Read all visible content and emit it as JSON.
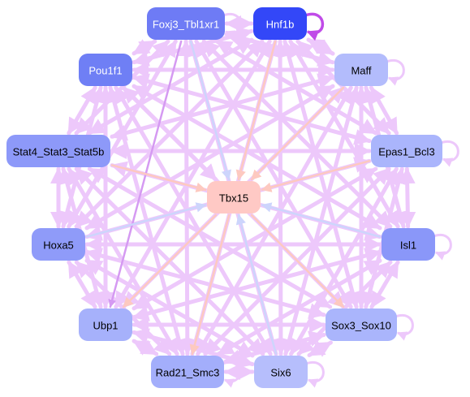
{
  "nodes": [
    {
      "id": "foxj3",
      "label": "Foxj3_Tbl1xr1",
      "fill": "#6e7bf5",
      "text": "#ffffff",
      "self_loop": true
    },
    {
      "id": "hnf1b",
      "label": "Hnf1b",
      "fill": "#3347f8",
      "text": "#ffffff",
      "self_loop": true
    },
    {
      "id": "pou1f1",
      "label": "Pou1f1",
      "fill": "#6f7ff5",
      "text": "#ffffff",
      "self_loop": false
    },
    {
      "id": "maff",
      "label": "Maff",
      "fill": "#b3bcfc",
      "text": "#000000",
      "self_loop": true
    },
    {
      "id": "stat4",
      "label": "Stat4_Stat3_Stat5b",
      "fill": "#8d99f9",
      "text": "#000000",
      "self_loop": false
    },
    {
      "id": "epas1",
      "label": "Epas1_Bcl3",
      "fill": "#aab5fc",
      "text": "#000000",
      "self_loop": true
    },
    {
      "id": "tbx15",
      "label": "Tbx15",
      "fill": "#ffc9c5",
      "text": "#000000",
      "self_loop": false
    },
    {
      "id": "hoxa5",
      "label": "Hoxa5",
      "fill": "#8f9bf9",
      "text": "#000000",
      "self_loop": false
    },
    {
      "id": "isl1",
      "label": "Isl1",
      "fill": "#8a97f9",
      "text": "#000000",
      "self_loop": true
    },
    {
      "id": "ubp1",
      "label": "Ubp1",
      "fill": "#a6b1fb",
      "text": "#000000",
      "self_loop": false
    },
    {
      "id": "sox3",
      "label": "Sox3_Sox10",
      "fill": "#aab5fc",
      "text": "#000000",
      "self_loop": true
    },
    {
      "id": "rad21",
      "label": "Rad21_Smc3",
      "fill": "#a3aefb",
      "text": "#000000",
      "self_loop": true
    },
    {
      "id": "six6",
      "label": "Six6",
      "fill": "#b6befc",
      "text": "#000000",
      "self_loop": true
    }
  ],
  "colors": {
    "edge_default": "#edc8fb",
    "edge_dark": "#d59af2",
    "edge_blue": "#cdd5fc",
    "edge_salmon": "#fdc9c0",
    "self_loop_hnf1b": "#c04be8"
  },
  "edges": [
    {
      "from": "hnf1b",
      "to": "tbx15",
      "kind": "salmon"
    },
    {
      "from": "foxj3",
      "to": "tbx15",
      "kind": "blue"
    },
    {
      "from": "maff",
      "to": "tbx15",
      "kind": "salmon"
    },
    {
      "from": "epas1",
      "to": "tbx15",
      "kind": "salmon"
    },
    {
      "from": "stat4",
      "to": "tbx15",
      "kind": "salmon"
    },
    {
      "from": "isl1",
      "to": "tbx15",
      "kind": "blue"
    },
    {
      "from": "hoxa5",
      "to": "tbx15",
      "kind": "blue"
    },
    {
      "from": "six6",
      "to": "tbx15",
      "kind": "blue"
    },
    {
      "from": "tbx15",
      "to": "sox3",
      "kind": "salmon"
    },
    {
      "from": "tbx15",
      "to": "rad21",
      "kind": "salmon"
    },
    {
      "from": "tbx15",
      "to": "ubp1",
      "kind": "salmon"
    },
    {
      "from": "pou1f1",
      "to": "tbx15",
      "kind": "default"
    },
    {
      "from": "foxj3",
      "to": "hnf1b",
      "kind": "default"
    },
    {
      "from": "foxj3",
      "to": "pou1f1",
      "kind": "default"
    },
    {
      "from": "foxj3",
      "to": "maff",
      "kind": "default"
    },
    {
      "from": "foxj3",
      "to": "stat4",
      "kind": "default"
    },
    {
      "from": "foxj3",
      "to": "epas1",
      "kind": "default"
    },
    {
      "from": "foxj3",
      "to": "hoxa5",
      "kind": "default"
    },
    {
      "from": "foxj3",
      "to": "isl1",
      "kind": "default"
    },
    {
      "from": "foxj3",
      "to": "ubp1",
      "kind": "dark"
    },
    {
      "from": "foxj3",
      "to": "sox3",
      "kind": "default"
    },
    {
      "from": "foxj3",
      "to": "rad21",
      "kind": "default"
    },
    {
      "from": "foxj3",
      "to": "six6",
      "kind": "default"
    },
    {
      "from": "hnf1b",
      "to": "pou1f1",
      "kind": "default"
    },
    {
      "from": "hnf1b",
      "to": "maff",
      "kind": "default"
    },
    {
      "from": "hnf1b",
      "to": "stat4",
      "kind": "default"
    },
    {
      "from": "hnf1b",
      "to": "epas1",
      "kind": "default"
    },
    {
      "from": "hnf1b",
      "to": "hoxa5",
      "kind": "default"
    },
    {
      "from": "hnf1b",
      "to": "isl1",
      "kind": "default"
    },
    {
      "from": "hnf1b",
      "to": "ubp1",
      "kind": "default"
    },
    {
      "from": "hnf1b",
      "to": "sox3",
      "kind": "default"
    },
    {
      "from": "hnf1b",
      "to": "rad21",
      "kind": "default"
    },
    {
      "from": "hnf1b",
      "to": "six6",
      "kind": "default"
    },
    {
      "from": "pou1f1",
      "to": "maff",
      "kind": "default"
    },
    {
      "from": "pou1f1",
      "to": "stat4",
      "kind": "default"
    },
    {
      "from": "pou1f1",
      "to": "epas1",
      "kind": "default"
    },
    {
      "from": "pou1f1",
      "to": "hoxa5",
      "kind": "default"
    },
    {
      "from": "pou1f1",
      "to": "isl1",
      "kind": "default"
    },
    {
      "from": "pou1f1",
      "to": "ubp1",
      "kind": "default"
    },
    {
      "from": "pou1f1",
      "to": "sox3",
      "kind": "default"
    },
    {
      "from": "pou1f1",
      "to": "rad21",
      "kind": "default"
    },
    {
      "from": "pou1f1",
      "to": "six6",
      "kind": "default"
    },
    {
      "from": "maff",
      "to": "stat4",
      "kind": "default"
    },
    {
      "from": "maff",
      "to": "epas1",
      "kind": "default"
    },
    {
      "from": "maff",
      "to": "hoxa5",
      "kind": "default"
    },
    {
      "from": "maff",
      "to": "isl1",
      "kind": "default"
    },
    {
      "from": "maff",
      "to": "ubp1",
      "kind": "default"
    },
    {
      "from": "maff",
      "to": "sox3",
      "kind": "default"
    },
    {
      "from": "maff",
      "to": "rad21",
      "kind": "default"
    },
    {
      "from": "maff",
      "to": "six6",
      "kind": "default"
    },
    {
      "from": "stat4",
      "to": "epas1",
      "kind": "default"
    },
    {
      "from": "stat4",
      "to": "hoxa5",
      "kind": "default"
    },
    {
      "from": "stat4",
      "to": "isl1",
      "kind": "default"
    },
    {
      "from": "stat4",
      "to": "ubp1",
      "kind": "default"
    },
    {
      "from": "stat4",
      "to": "sox3",
      "kind": "default"
    },
    {
      "from": "stat4",
      "to": "rad21",
      "kind": "default"
    },
    {
      "from": "stat4",
      "to": "six6",
      "kind": "default"
    },
    {
      "from": "epas1",
      "to": "hoxa5",
      "kind": "default"
    },
    {
      "from": "epas1",
      "to": "isl1",
      "kind": "default"
    },
    {
      "from": "epas1",
      "to": "ubp1",
      "kind": "default"
    },
    {
      "from": "epas1",
      "to": "sox3",
      "kind": "default"
    },
    {
      "from": "epas1",
      "to": "rad21",
      "kind": "default"
    },
    {
      "from": "epas1",
      "to": "six6",
      "kind": "default"
    },
    {
      "from": "hoxa5",
      "to": "isl1",
      "kind": "default"
    },
    {
      "from": "hoxa5",
      "to": "ubp1",
      "kind": "default"
    },
    {
      "from": "hoxa5",
      "to": "sox3",
      "kind": "default"
    },
    {
      "from": "hoxa5",
      "to": "rad21",
      "kind": "default"
    },
    {
      "from": "hoxa5",
      "to": "six6",
      "kind": "default"
    },
    {
      "from": "isl1",
      "to": "ubp1",
      "kind": "default"
    },
    {
      "from": "isl1",
      "to": "sox3",
      "kind": "default"
    },
    {
      "from": "isl1",
      "to": "rad21",
      "kind": "default"
    },
    {
      "from": "isl1",
      "to": "six6",
      "kind": "default"
    },
    {
      "from": "ubp1",
      "to": "sox3",
      "kind": "default"
    },
    {
      "from": "ubp1",
      "to": "rad21",
      "kind": "default"
    },
    {
      "from": "ubp1",
      "to": "six6",
      "kind": "default"
    },
    {
      "from": "sox3",
      "to": "rad21",
      "kind": "default"
    },
    {
      "from": "sox3",
      "to": "six6",
      "kind": "default"
    },
    {
      "from": "rad21",
      "to": "six6",
      "kind": "default"
    }
  ]
}
